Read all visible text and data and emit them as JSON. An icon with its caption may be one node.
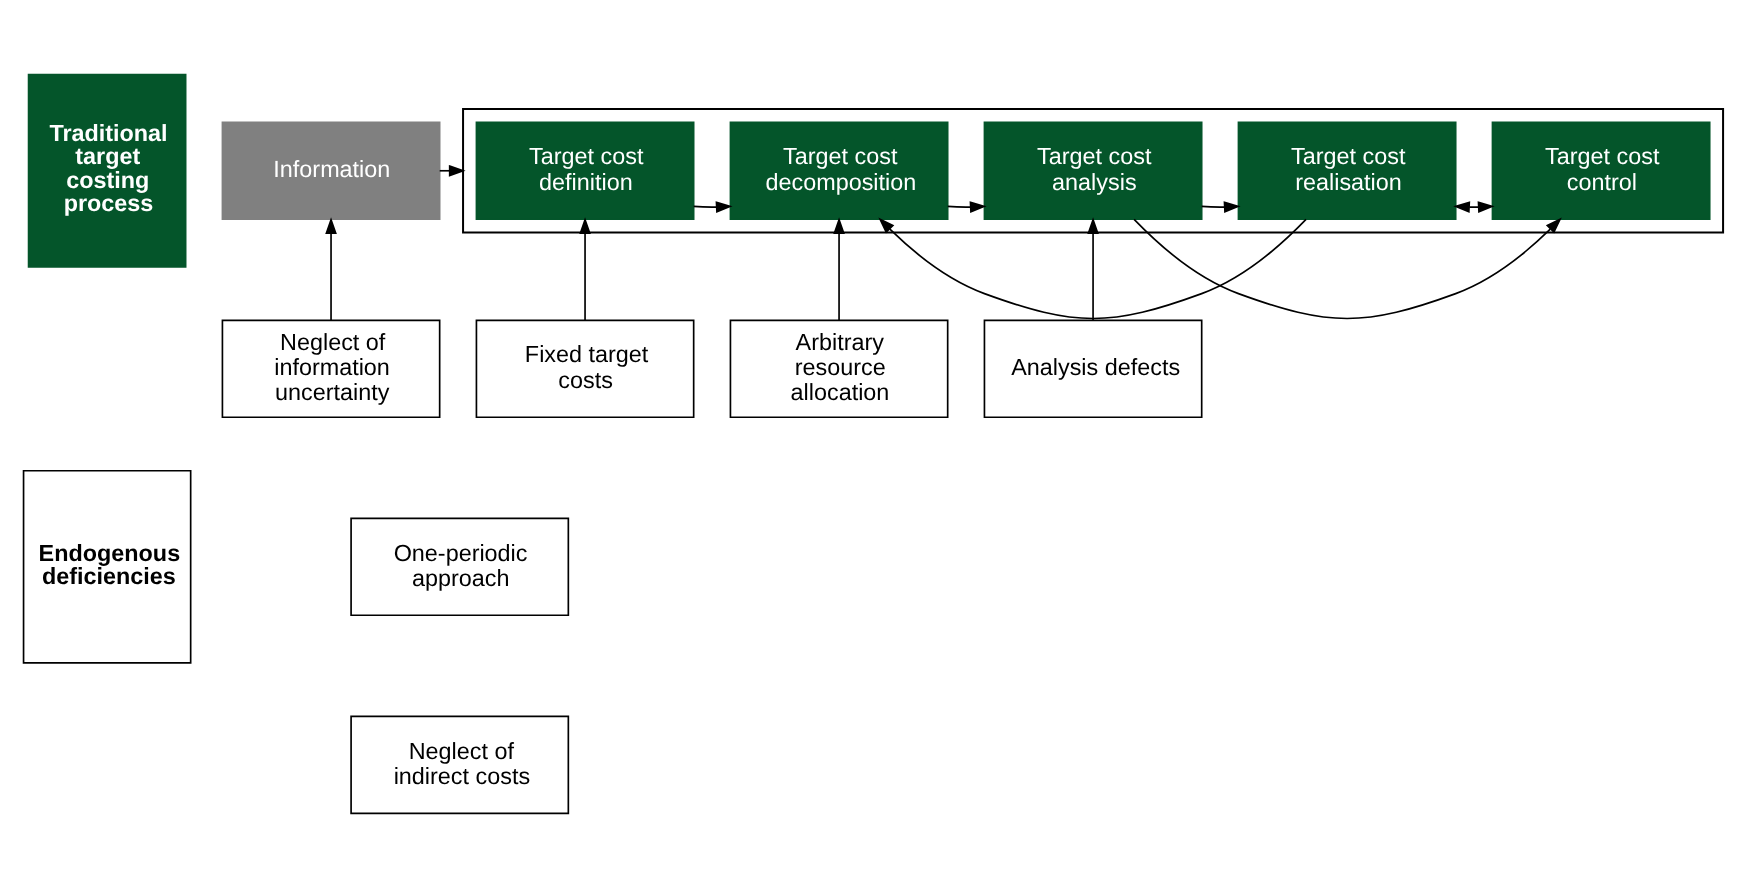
{
  "diagram": {
    "nodes": [
      {
        "text": [
          "Traditional target costing process"
        ]
      },
      {
        "text": [
          "Endogenous deficiencies"
        ]
      },
      {
        "text": [
          "Information"
        ]
      },
      {
        "text": [],
        "shape": "box"
      },
      {
        "text": [
          "Target cost definition"
        ],
        "in": 3
      },
      {
        "text": [
          "Target cost decomposition"
        ],
        "in": 3
      },
      {
        "text": [
          "Target cost analysis"
        ],
        "in": 3
      },
      {
        "text": [
          "Target cost realisation"
        ],
        "in": 3
      },
      {
        "text": [
          "Target cost control"
        ],
        "in": 3
      },
      {
        "text": [
          "Neglect of information uncertainty"
        ]
      },
      {
        "text": [
          "Fixed target costs"
        ]
      },
      {
        "text": [
          "One-periodic approach"
        ]
      },
      {
        "text": [
          "Neglect of indirect costs"
        ]
      },
      {
        "text": [
          "Arbitrary resource allocation"
        ]
      },
      {
        "text": [
          "Analysis defects"
        ]
      }
    ],
    "edges": [
      {
        "from": 2,
        "to": 3,
        "arrow": "to"
      },
      {
        "from": 4,
        "to": 5,
        "arrow": "to"
      },
      {
        "from": 5,
        "to": 6,
        "arrow": "to"
      },
      {
        "from": 6,
        "to": 7,
        "arrow": "to"
      },
      {
        "from": 6,
        "to": 8,
        "arrow": "to"
      },
      {
        "from": 7,
        "to": 5,
        "arrow": "to"
      },
      {
        "from": 7,
        "to": 8,
        "arrow": "both"
      },
      {
        "from": 9,
        "to": 2,
        "arrow": "to"
      },
      {
        "from": 10,
        "to": 4,
        "arrow": "to"
      },
      {
        "from": 13,
        "to": 5,
        "arrow": "to"
      },
      {
        "from": 14,
        "to": 6,
        "arrow": "to"
      }
    ]
  }
}
